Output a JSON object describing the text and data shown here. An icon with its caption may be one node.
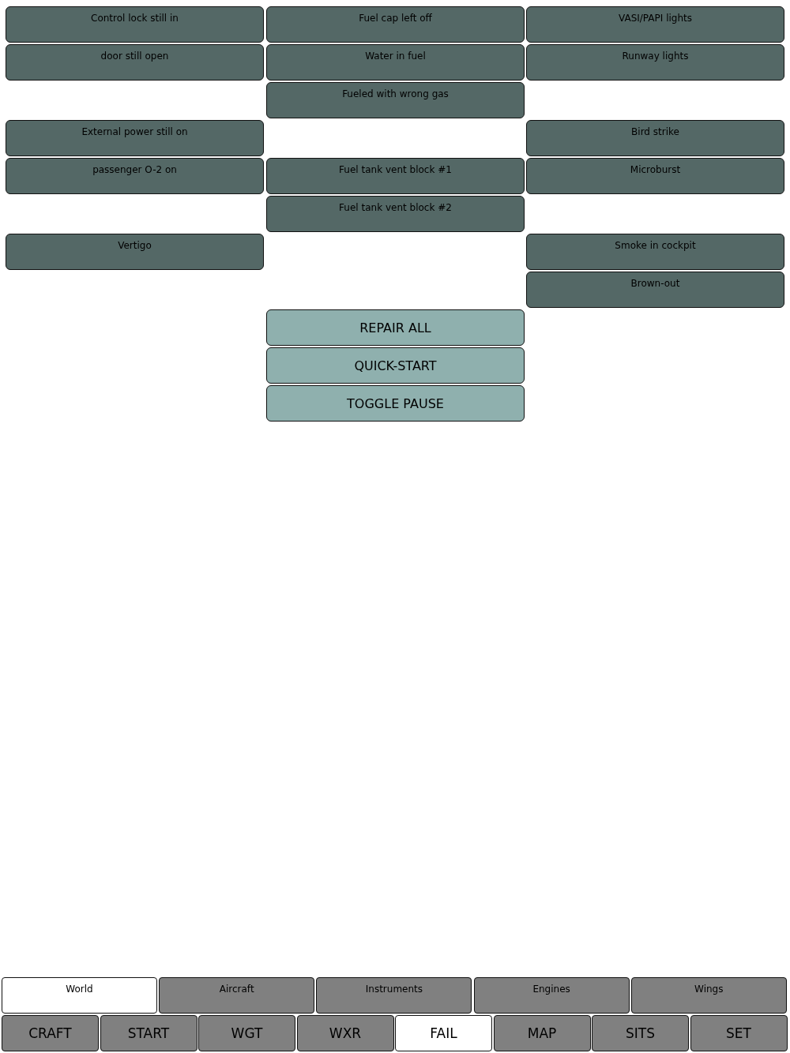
{
  "diagram": {
    "nodes": [
      {
        "text": [
          "Control lock still in"
        ]
      },
      {
        "text": [
          "Fuel cap left off"
        ]
      },
      {
        "text": [
          "VASI/PAPI lights"
        ]
      },
      {
        "text": [
          "door still open"
        ]
      },
      {
        "text": [
          "Water in fuel"
        ]
      },
      {
        "text": [
          "Runway lights"
        ]
      },
      {
        "text": [
          "Fueled with wrong gas"
        ]
      },
      {
        "text": [
          "External power still on"
        ]
      },
      {
        "text": [
          "Bird strike"
        ]
      },
      {
        "text": [
          "passenger O-2 on"
        ]
      },
      {
        "text": [
          "Fuel tank vent block #1"
        ]
      },
      {
        "text": [
          "Microburst"
        ]
      },
      {
        "text": [
          "Fuel tank vent block #2"
        ]
      },
      {
        "text": [
          "Vertigo"
        ]
      },
      {
        "text": [
          "Smoke in cockpit"
        ]
      },
      {
        "text": [
          "Brown-out"
        ]
      },
      {
        "text": [
          "REPAIR ALL"
        ]
      },
      {
        "text": [
          "QUICK-START"
        ]
      },
      {
        "text": [
          "TOGGLE PAUSE"
        ]
      },
      {
        "text": [
          "World"
        ]
      },
      {
        "text": [
          "Aircraft"
        ]
      },
      {
        "text": [
          "Instruments"
        ]
      },
      {
        "text": [
          "Engines"
        ]
      },
      {
        "text": [
          "Wings"
        ]
      },
      {
        "text": [
          "CRAFT"
        ]
      },
      {
        "text": [
          "START"
        ]
      },
      {
        "text": [
          "WGT"
        ]
      },
      {
        "text": [
          "WXR"
        ]
      },
      {
        "text": [
          "FAIL"
        ]
      },
      {
        "text": [
          "MAP"
        ]
      },
      {
        "text": [
          "SITS"
        ]
      },
      {
        "text": [
          "SET"
        ]
      }
    ]
  }
}
